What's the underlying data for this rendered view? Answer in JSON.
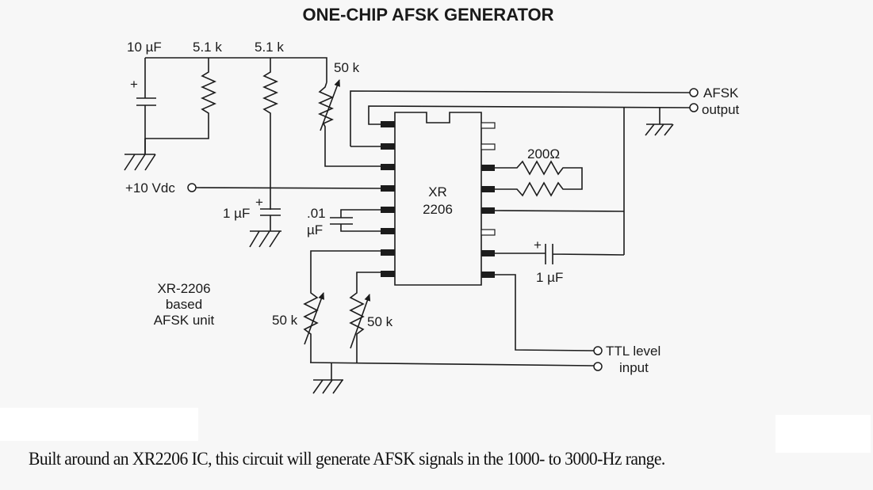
{
  "title": "ONE-CHIP AFSK GENERATOR",
  "caption": "Built around an XR2206 IC, this circuit will generate AFSK signals in the 1000- to 3000-Hz range.",
  "chip": {
    "line1": "XR",
    "line2": "2206"
  },
  "unit_label": {
    "line1": "XR-2206",
    "line2": "based",
    "line3": "AFSK unit"
  },
  "components": {
    "cap_top": "10 µF",
    "res_top_1": "5.1 k",
    "res_top_2": "5.1 k",
    "pot_top": "50 k",
    "supply": "+10 Vdc",
    "cap_supply": "1 µF",
    "cap_timing_1": ".01",
    "cap_timing_2": "µF",
    "res_right": "200Ω",
    "cap_right": "1 µF",
    "pot_bottom_left": "50 k",
    "pot_bottom_right": "50 k",
    "plus_sign": "+"
  },
  "terminals": {
    "afsk_out_1": "AFSK",
    "afsk_out_2": "output",
    "ttl_in_1": "TTL level",
    "ttl_in_2": "input"
  }
}
